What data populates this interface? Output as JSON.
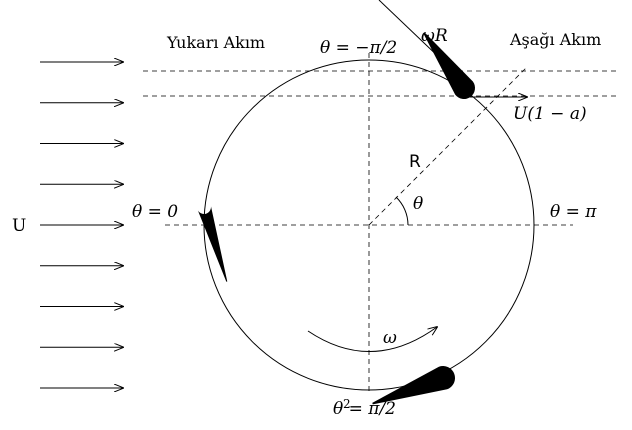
{
  "labels": {
    "upstream": "Yukarı Akım",
    "downstream": "Aşağı Akım",
    "theta_top": "θ = −π/2",
    "theta_left": "θ = 0",
    "theta_right": "θ = π",
    "theta_bottom_sup": "2",
    "theta_bottom": "θ  = π/2",
    "omega_r": "ωR",
    "u_one_minus_a": "U(1 − a)",
    "radius": "R",
    "theta_angle": "θ",
    "free_stream": "U",
    "omega": "ω"
  },
  "inflow_arrow_count": 9,
  "colors": {
    "stroke": "#000000",
    "blade": "#000000",
    "background": "#ffffff"
  }
}
